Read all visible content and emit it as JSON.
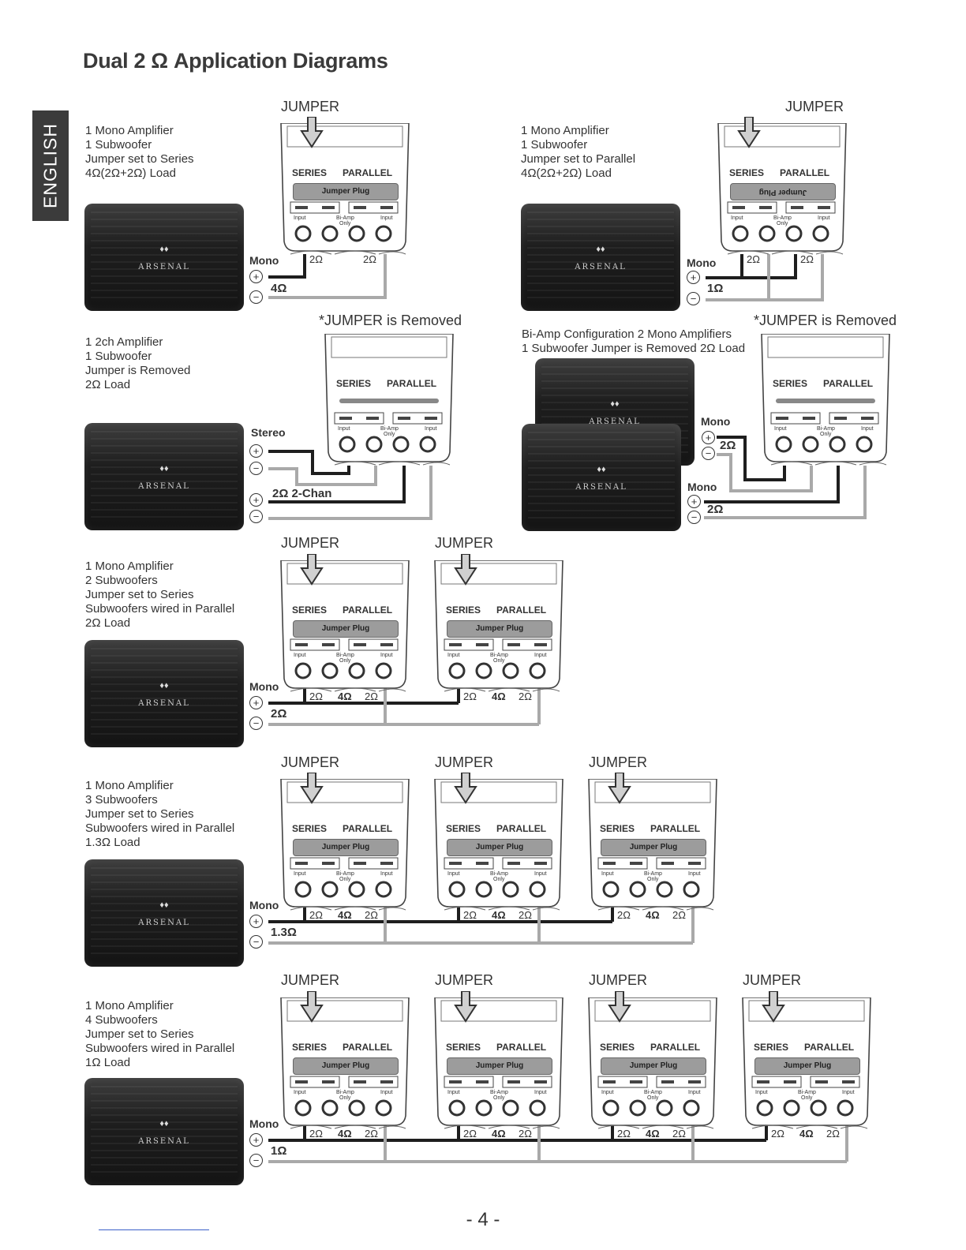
{
  "page": {
    "title": "Dual 2 Ω Application Diagrams",
    "language_tab": "ENGLISH",
    "page_number": "- 4 -"
  },
  "amp_brand": "ARSENAL",
  "sub_labels": {
    "series": "SERIES",
    "parallel": "PARALLEL",
    "jumper_plug": "Jumper Plug",
    "input": "Input",
    "bi_amp": "Bi-Amp",
    "only": "Only",
    "plus": "+",
    "minus": "−"
  },
  "terminal_marks": {
    "plus": "+",
    "minus": "−"
  },
  "diagrams": [
    {
      "id": "d1",
      "description": [
        "1 Mono Amplifier",
        "1 Subwoofer",
        "Jumper set to Series",
        "4Ω(2Ω+2Ω) Load"
      ],
      "header": "JUMPER",
      "signal": "Mono",
      "load": "4Ω",
      "coil_labels": [
        "2Ω",
        "2Ω"
      ]
    },
    {
      "id": "d2",
      "description": [
        "1 Mono Amplifier",
        "1 Subwoofer",
        "Jumper set to Parallel",
        "4Ω(2Ω+2Ω) Load"
      ],
      "header": "JUMPER",
      "signal": "Mono",
      "load": "1Ω",
      "coil_labels": [
        "2Ω",
        "2Ω"
      ]
    },
    {
      "id": "d3",
      "description": [
        "1 2ch Amplifier",
        "1 Subwoofer",
        "Jumper is Removed",
        "2Ω Load"
      ],
      "header": "*JUMPER is Removed",
      "signal": "Stereo",
      "load": "2Ω 2-Chan"
    },
    {
      "id": "d4",
      "description": [
        "Bi-Amp Configuration  2 Mono Amplifiers",
        "1 Subwoofer Jumper is Removed 2Ω Load"
      ],
      "header": "*JUMPER is Removed",
      "signals": [
        "Mono",
        "Mono"
      ],
      "loads": [
        "2Ω",
        "2Ω"
      ]
    },
    {
      "id": "d5",
      "description": [
        "1 Mono Amplifier",
        "2 Subwoofers",
        "Jumper set to Series",
        "Subwoofers wired in Parallel",
        "2Ω Load"
      ],
      "header": "JUMPER",
      "signal": "Mono",
      "load": "2Ω",
      "coil_labels": [
        "2Ω",
        "4Ω",
        "2Ω"
      ]
    },
    {
      "id": "d6",
      "description": [
        "1 Mono Amplifier",
        "3 Subwoofers",
        "Jumper set to Series",
        "Subwoofers wired in Parallel",
        "1.3Ω Load"
      ],
      "header": "JUMPER",
      "signal": "Mono",
      "load": "1.3Ω",
      "coil_labels": [
        "2Ω",
        "4Ω",
        "2Ω"
      ]
    },
    {
      "id": "d7",
      "description": [
        "1 Mono Amplifier",
        "4 Subwoofers",
        "Jumper set to Series",
        "Subwoofers wired in Parallel",
        "1Ω Load"
      ],
      "header": "JUMPER",
      "signal": "Mono",
      "load": "1Ω",
      "coil_labels": [
        "2Ω",
        "4Ω",
        "2Ω"
      ]
    }
  ]
}
